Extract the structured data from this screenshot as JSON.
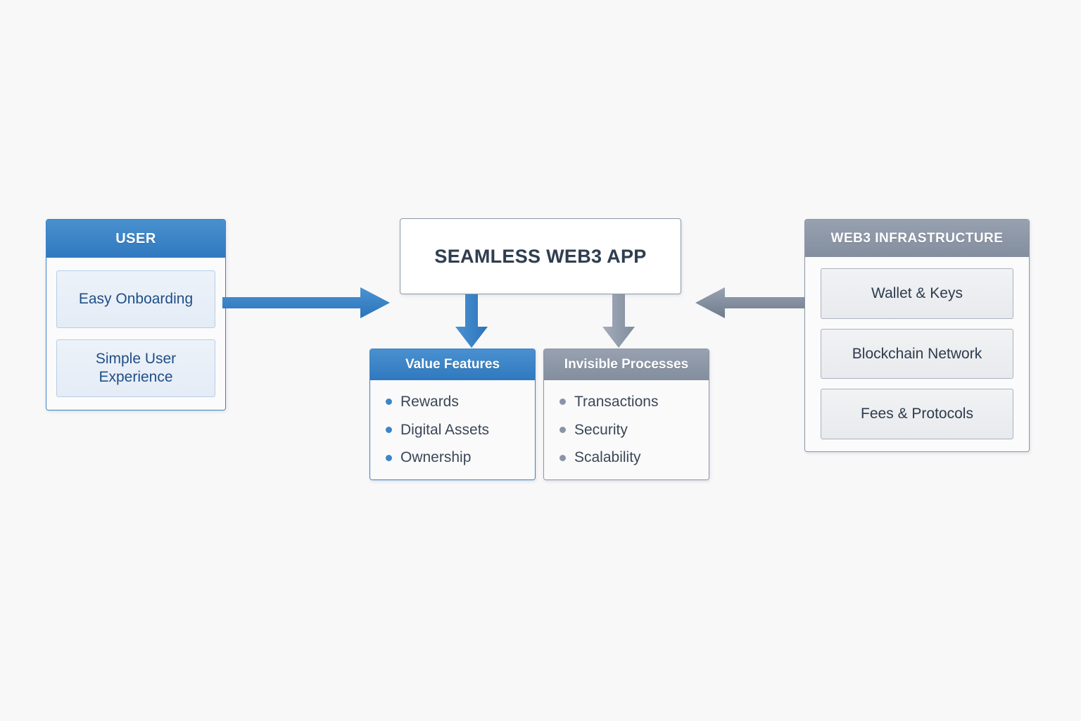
{
  "diagram": {
    "title": "Seamless Web3 App architecture diagram",
    "background_color": "#f8f8f9",
    "accent_blue": "#3a84c8",
    "accent_gray": "#8a95a5"
  },
  "user_panel": {
    "header": "USER",
    "cards": [
      {
        "label": "Easy Onboarding"
      },
      {
        "label": "Simple User Experience"
      }
    ]
  },
  "app_box": {
    "title": "SEAMLESS WEB3 APP"
  },
  "value_panel": {
    "header": "Value Features",
    "items": [
      {
        "label": "Rewards"
      },
      {
        "label": "Digital Assets"
      },
      {
        "label": "Ownership"
      }
    ]
  },
  "invisible_panel": {
    "header": "Invisible Processes",
    "items": [
      {
        "label": "Transactions"
      },
      {
        "label": "Security"
      },
      {
        "label": "Scalability"
      }
    ]
  },
  "infra_panel": {
    "header": "WEB3 INFRASTRUCTURE",
    "cards": [
      {
        "label": "Wallet & Keys"
      },
      {
        "label": "Blockchain Network"
      },
      {
        "label": "Fees & Protocols"
      }
    ]
  },
  "arrows": [
    {
      "name": "user-to-app",
      "direction": "right",
      "color": "#2e7cc0"
    },
    {
      "name": "infrastructure-to-app",
      "direction": "left",
      "color": "#7e8a9b"
    },
    {
      "name": "app-to-value-features",
      "direction": "down",
      "color": "#3281c4"
    },
    {
      "name": "app-to-invisible-processes",
      "direction": "down",
      "color": "#96a0ae"
    }
  ]
}
